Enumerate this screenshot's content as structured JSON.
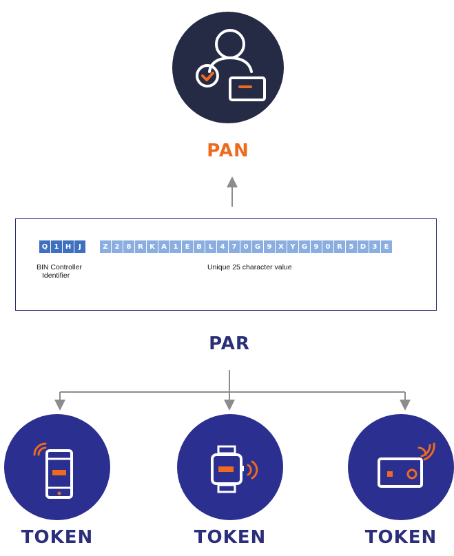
{
  "pan": {
    "label": "PAN"
  },
  "par": {
    "label": "PAR",
    "bin_chars": [
      "Q",
      "1",
      "H",
      "J"
    ],
    "unique_chars": [
      "Z",
      "2",
      "8",
      "R",
      "K",
      "A",
      "1",
      "E",
      "B",
      "L",
      "4",
      "7",
      "0",
      "G",
      "9",
      "X",
      "Y",
      "G",
      "9",
      "0",
      "R",
      "5",
      "D",
      "3",
      "E"
    ],
    "bin_caption_line1": "BIN Controller",
    "bin_caption_line2": "Identifier",
    "unique_caption": "Unique 25 character value"
  },
  "tokens": [
    {
      "label": "TOKEN",
      "icon": "smartphone-icon"
    },
    {
      "label": "TOKEN",
      "icon": "smartwatch-icon"
    },
    {
      "label": "TOKEN",
      "icon": "card-contactless-icon"
    }
  ],
  "colors": {
    "pan_circle": "#262b45",
    "token_circle": "#2b2f8f",
    "accent": "#ee6a1f",
    "arrow": "#8c8c8c",
    "bin_cell": "#3f6fbf",
    "unique_cell": "#8aaee0"
  }
}
